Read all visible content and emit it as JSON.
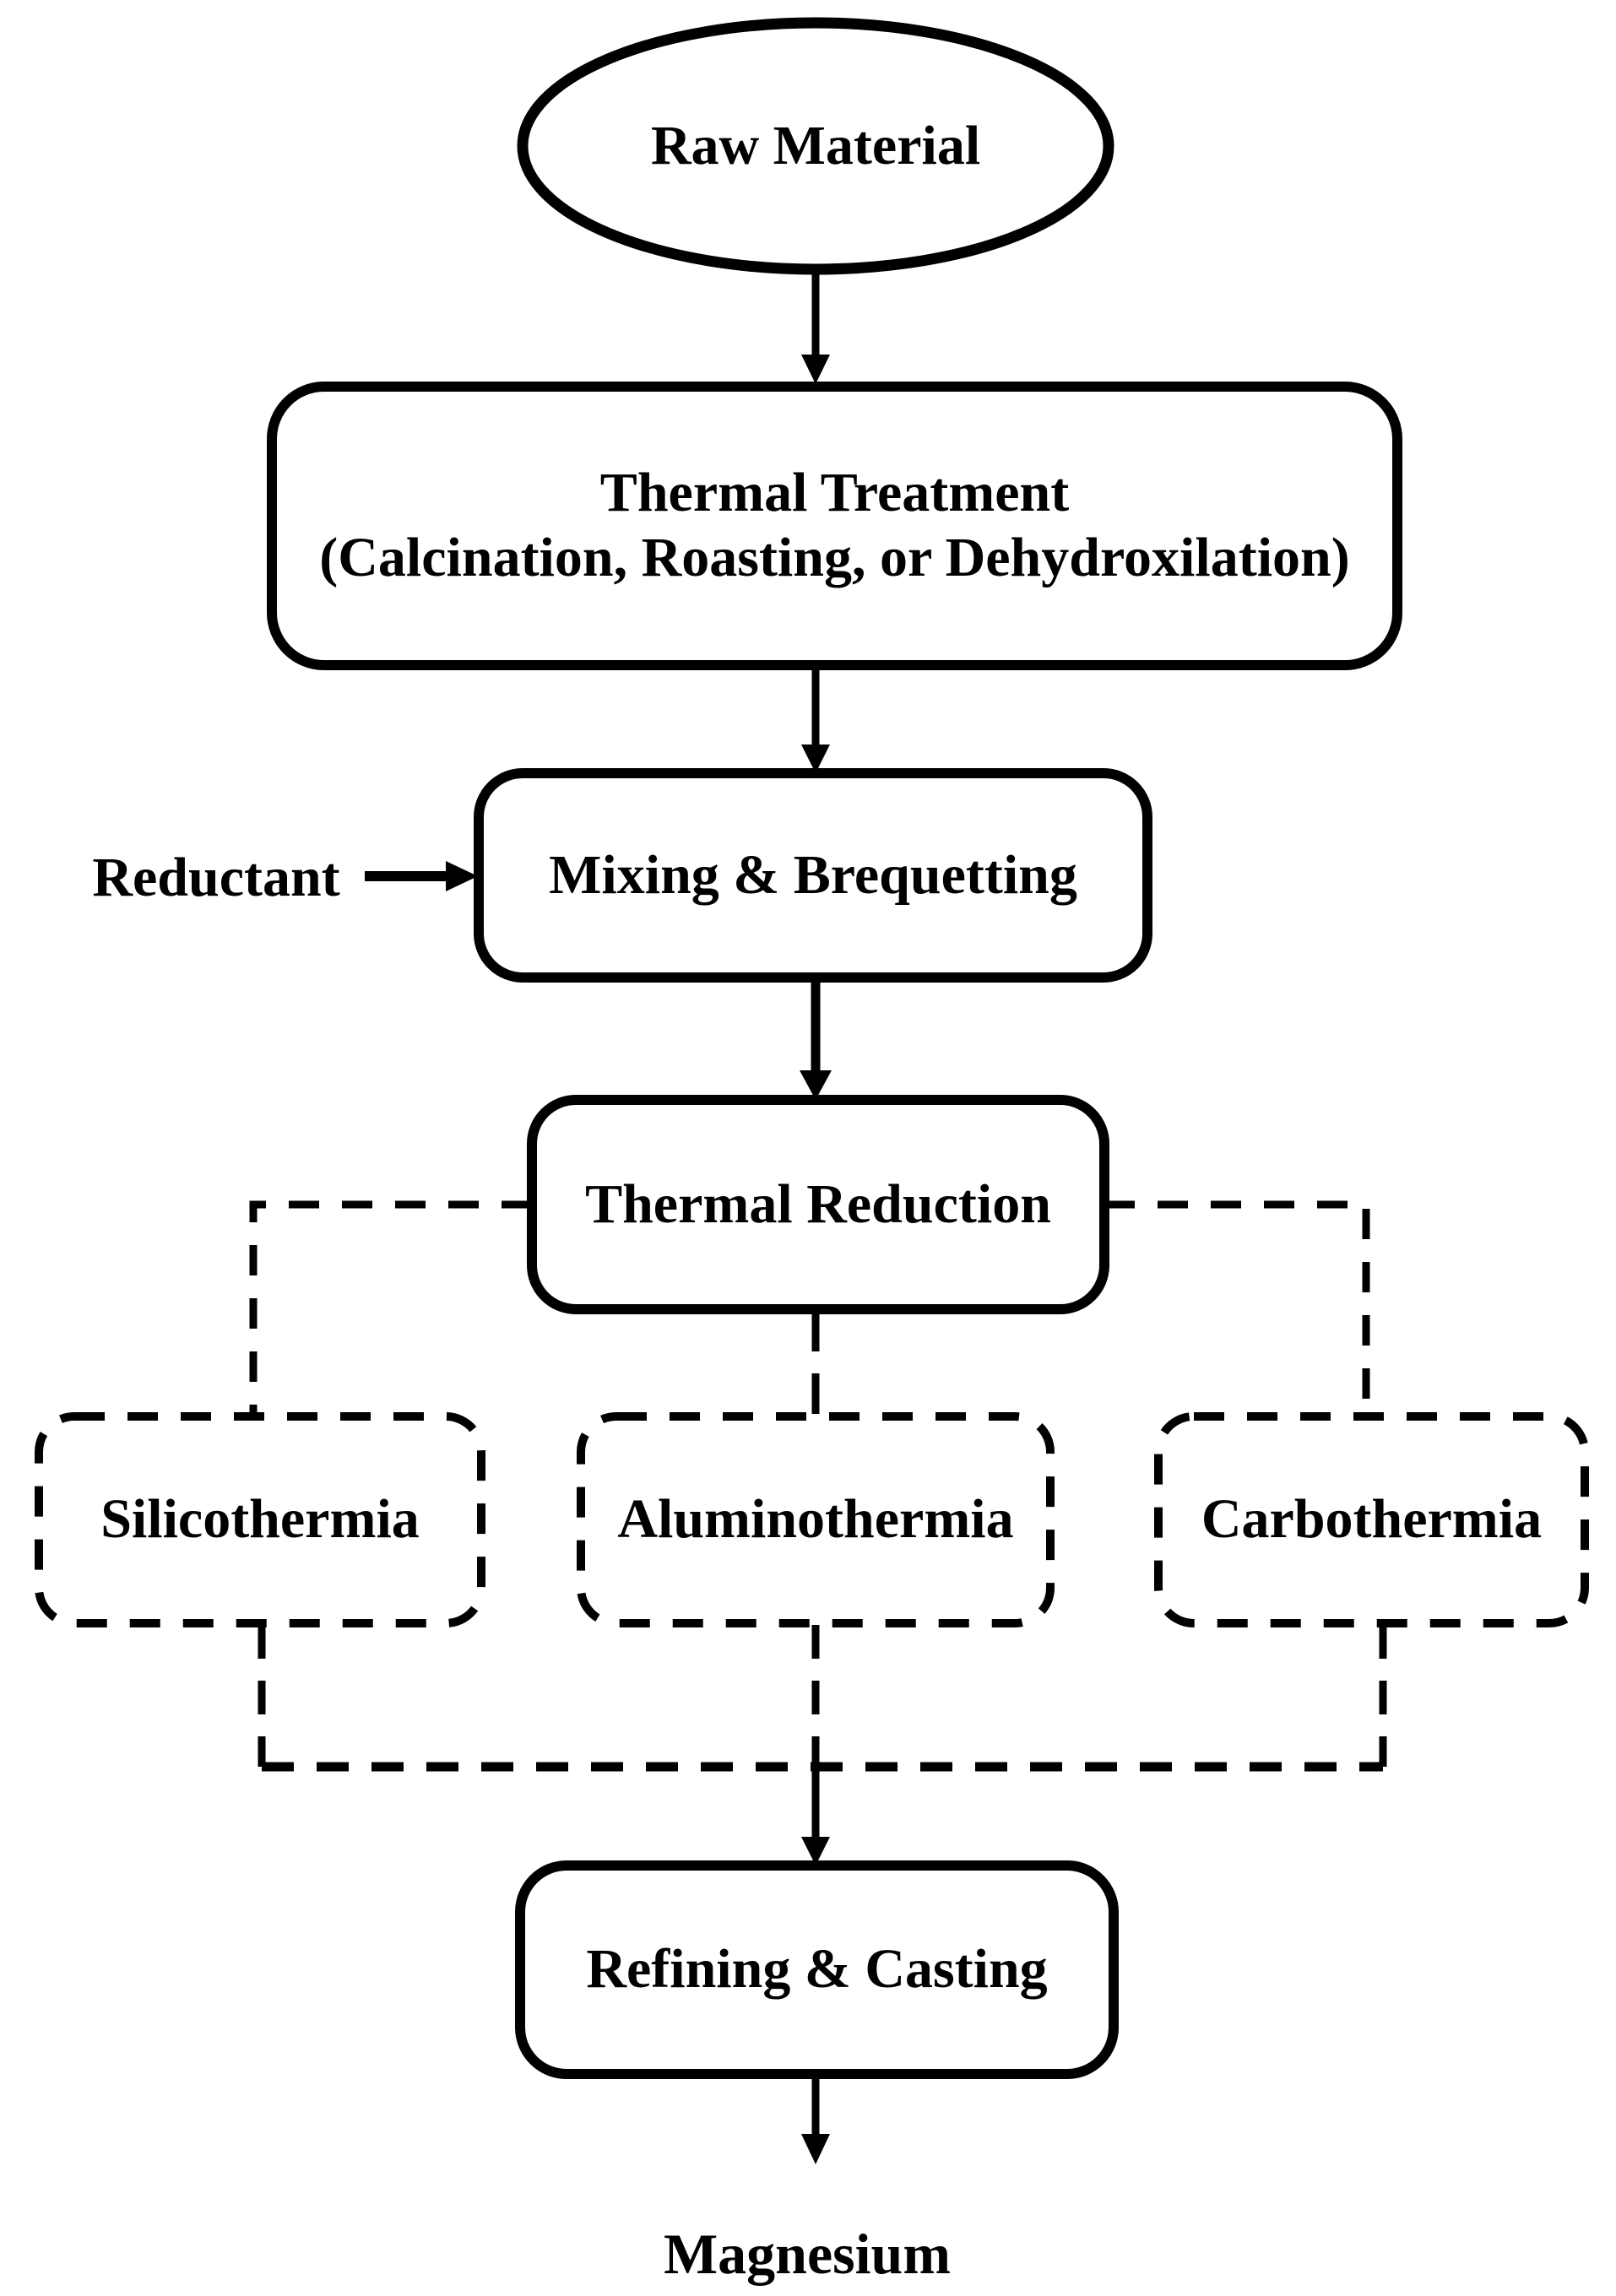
{
  "diagram": {
    "nodes": {
      "raw_material": {
        "label": "Raw Material",
        "shape": "ellipse"
      },
      "thermal_treatment": {
        "line1": "Thermal Treatment",
        "line2": "(Calcination, Roasting, or Dehydroxilation)",
        "shape": "rounded-rect"
      },
      "reductant": {
        "label": "Reductant",
        "shape": "text"
      },
      "mixing": {
        "label": "Mixing & Brequetting",
        "shape": "rounded-rect"
      },
      "thermal_reduction": {
        "label": "Thermal Reduction",
        "shape": "rounded-rect"
      },
      "silicothermia": {
        "label": "Silicothermia",
        "shape": "dashed-rounded-rect"
      },
      "aluminothermia": {
        "label": "Aluminothermia",
        "shape": "dashed-rounded-rect"
      },
      "carbothermia": {
        "label": "Carbothermia",
        "shape": "dashed-rounded-rect"
      },
      "refining": {
        "label": "Refining & Casting",
        "shape": "rounded-rect"
      },
      "magnesium": {
        "label": "Magnesium",
        "shape": "text"
      }
    },
    "flow_order": [
      "Raw Material",
      "Thermal Treatment (Calcination, Roasting, or Dehydroxilation)",
      "Mixing & Brequetting (with Reductant input)",
      "Thermal Reduction (via Silicothermia / Aluminothermia / Carbothermia)",
      "Refining & Casting",
      "Magnesium"
    ],
    "colors": {
      "line": "#000000",
      "background": "#ffffff"
    }
  }
}
